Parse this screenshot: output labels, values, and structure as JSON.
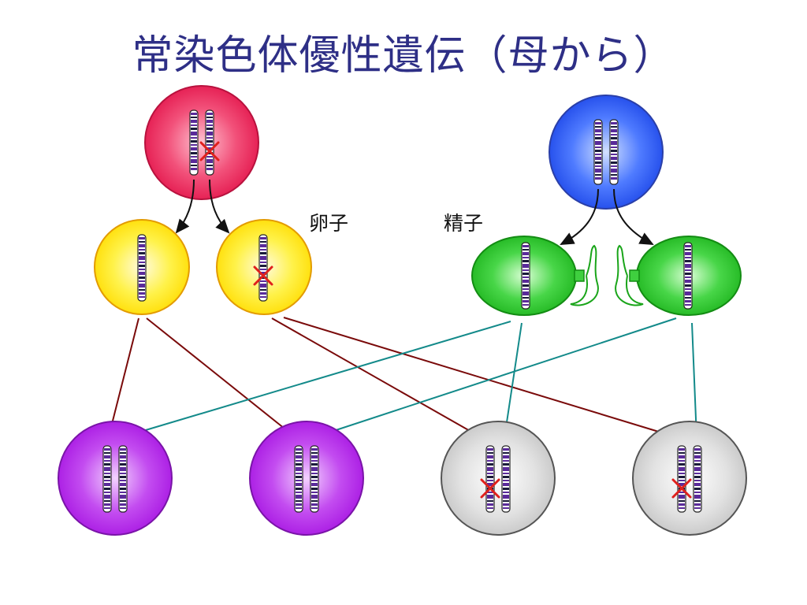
{
  "title": "常染色体優性遺伝（母から）",
  "labels": {
    "egg": "卵子",
    "sperm": "精子"
  },
  "colors": {
    "title": "#2e2f86",
    "mother": "#e8265a",
    "father": "#2f5bf5",
    "egg": "#ffe400",
    "sperm": "#22c322",
    "affected_child": "#b221ea",
    "unaffected_child": "#cfcfcf",
    "maternal_arrow": "#7a0a0a",
    "paternal_arrow": "#138a8a",
    "chromosome": "#5a2a9a",
    "mutation_mark": "#e0201c"
  },
  "legend_notes": {
    "mutation_mark": "cross-mark-icon"
  }
}
